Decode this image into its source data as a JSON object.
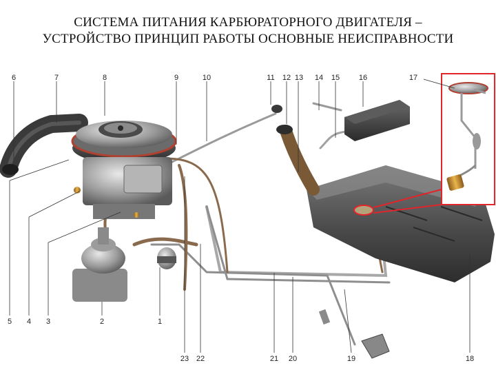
{
  "title": {
    "line1": "СИСТЕМА ПИТАНИЯ КАРБЮРАТОРНОГО ДВИГАТЕЛЯ –",
    "line2": "УСТРОЙСТВО ПРИНЦИП РАБОТЫ ОСНОВНЫЕ НЕИСПРАВНОСТИ"
  },
  "callouts": {
    "top": [
      "6",
      "7",
      "8",
      "9",
      "10",
      "11",
      "12",
      "13",
      "14",
      "15",
      "16",
      "17"
    ],
    "bottom": [
      "5",
      "4",
      "3",
      "2",
      "1",
      "23",
      "22",
      "21",
      "20",
      "19",
      "18"
    ]
  },
  "colors": {
    "inset_frame": "#e2242b",
    "fuel_lines": "#8a6a4c",
    "tank": "#4a4a4a"
  }
}
